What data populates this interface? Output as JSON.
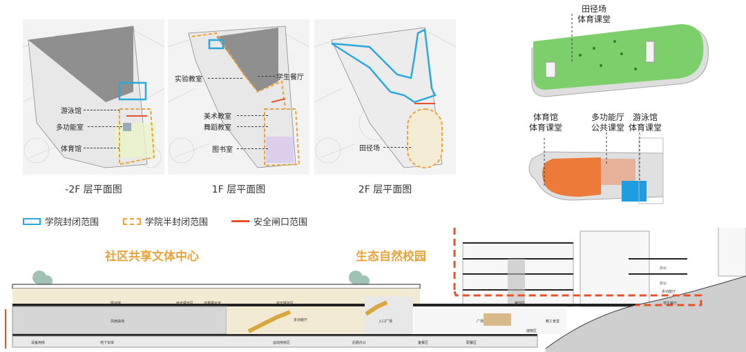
{
  "plans": [
    {
      "title": "-2F 层平面图",
      "labels": [
        "游泳馆",
        "多功能室",
        "体育馆"
      ]
    },
    {
      "title": "1F 层平面图",
      "labels": [
        "实验教室",
        "学生餐厅",
        "美术教室",
        "舞蹈教室",
        "图书室"
      ]
    },
    {
      "title": "2F 层平面图",
      "labels": [
        "田径场"
      ]
    }
  ],
  "legend": {
    "closed": "学院封闭范围",
    "semi": "学院半封闭范围",
    "gate": "安全闸口范围"
  },
  "axo": {
    "top_label_1": "田径场",
    "top_label_2": "体育课堂",
    "gym_1": "体育馆",
    "gym_2": "体育课堂",
    "multi_1": "多功能厅",
    "multi_2": "公共课堂",
    "pool_1": "游泳馆",
    "pool_2": "体育课堂"
  },
  "section": {
    "zone_left": "社区共享文体中心",
    "zone_right": "生态自然校园",
    "room_labels": [
      "图书馆",
      "校史展览区",
      "成果展示室",
      "风雨操场",
      "校史展览区",
      "多功能厅",
      "入口广场",
      "设备用房",
      "地下车库",
      "运动用房区",
      "后勤办公",
      "备餐区",
      "配餐区",
      "餐饮区",
      "广场",
      "教工食堂",
      "储物区",
      "学生餐厅",
      "办公",
      "办公",
      "多功能厅"
    ]
  },
  "colors": {
    "closed": "#2aa7df",
    "semi": "#f0a030",
    "gate": "#e8502a",
    "field_green": "#7ccf6a",
    "gym_orange": "#ee7a3a",
    "multi_peach": "#e6b39a",
    "pool_blue": "#1e9ee0",
    "title_orange": "#e8a23a"
  },
  "icons": [
    "north-arrow-icon"
  ]
}
